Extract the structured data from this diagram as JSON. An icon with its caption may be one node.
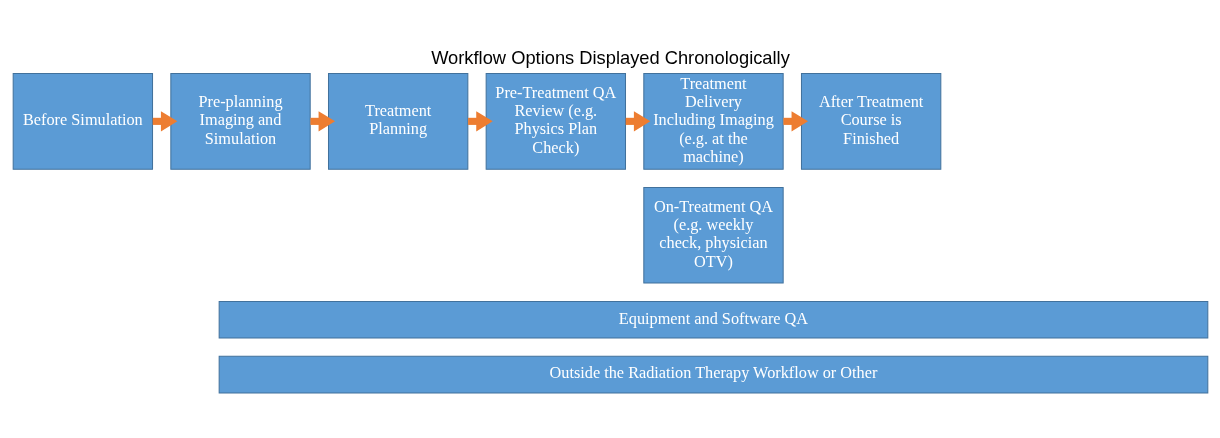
{
  "diagram": {
    "title": "Workflow Options Displayed Chronologically",
    "nodes": [
      {
        "text": [
          "Before Simulation"
        ]
      },
      {
        "text": [
          "Pre-planning Imaging and Simulation"
        ]
      },
      {
        "text": [
          "Treatment Planning"
        ]
      },
      {
        "text": [
          "Pre-Treatment QA Review (e.g. Physics Plan Check)"
        ]
      },
      {
        "text": [
          "Treatment Delivery Including Imaging (e.g. at the machine)"
        ]
      },
      {
        "text": [
          "After Treatment Course is Finished"
        ]
      },
      {
        "text": [
          "On-Treatment QA (e.g. weekly check, physician OTV)"
        ]
      },
      {
        "text": [
          "Equipment and Software QA"
        ]
      },
      {
        "text": [
          "Outside the Radiation Therapy Workflow or Other"
        ]
      }
    ],
    "edges": [
      {
        "from": 0,
        "to": 1,
        "arrow": "to"
      },
      {
        "from": 1,
        "to": 2,
        "arrow": "to"
      },
      {
        "from": 2,
        "to": 3,
        "arrow": "to"
      },
      {
        "from": 3,
        "to": 4,
        "arrow": "to"
      },
      {
        "from": 4,
        "to": 5,
        "arrow": "to"
      }
    ]
  }
}
